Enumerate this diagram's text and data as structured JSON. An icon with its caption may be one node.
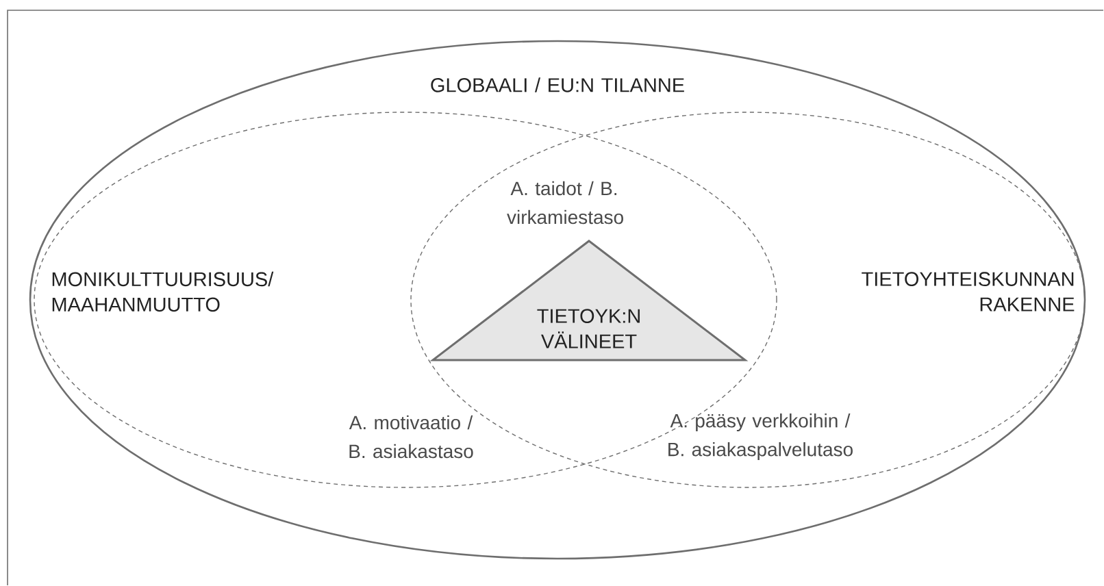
{
  "diagram": {
    "nodes": [
      {
        "text": [
          "GLOBAALI / EU:N TILANNE"
        ]
      },
      {
        "text": [
          "MONIKULTTUURISUUS/ MAAHANMUUTTO"
        ],
        "in": 0
      },
      {
        "text": [
          "TIETOYHTEISKUNNAN RAKENNE"
        ],
        "in": 0
      },
      {
        "text": [
          "TIETOYK:N VÄLINEET"
        ]
      }
    ],
    "labels": [
      "A. taidot / B. virkamiestaso",
      "A. motivaatio / B. asiakastaso",
      "A. pääsy verkkoihin / B. asiakaspalvelutaso"
    ]
  }
}
